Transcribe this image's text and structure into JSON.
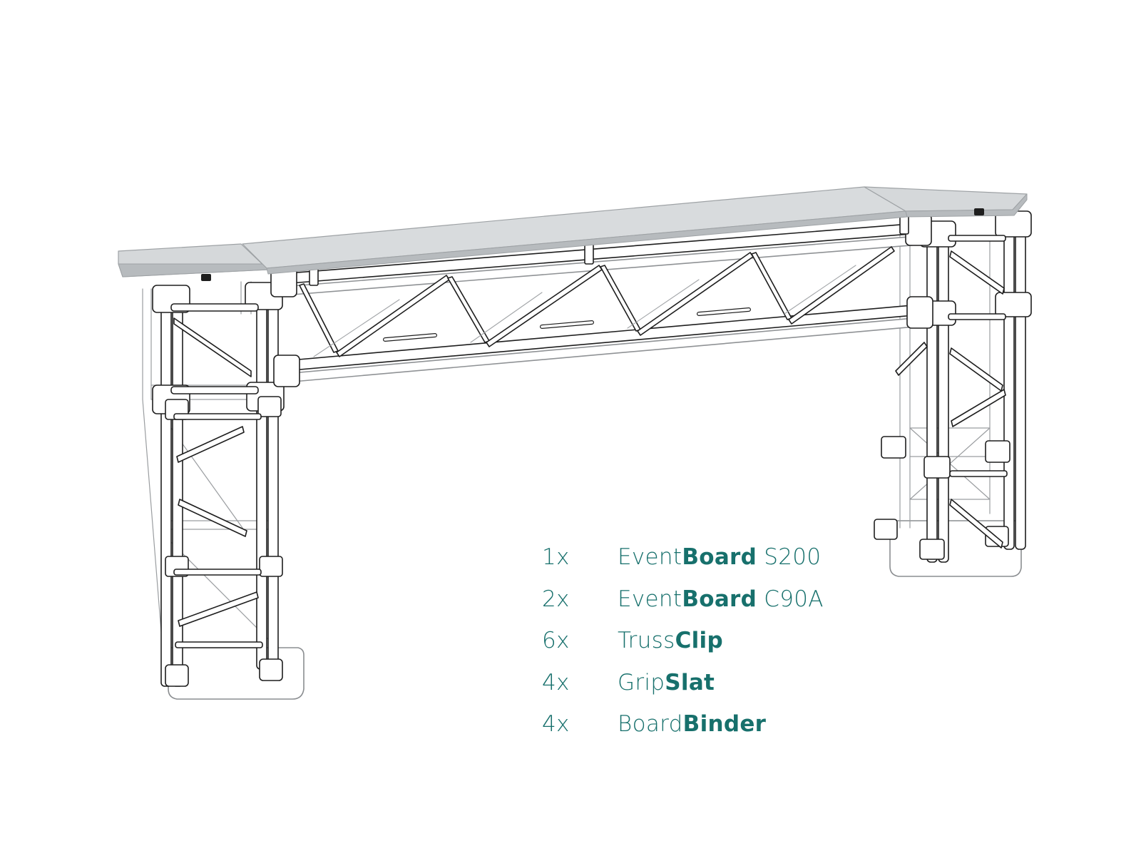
{
  "colors": {
    "accent": "#17706c",
    "board_top": "#d5d8da",
    "board_edge": "#b7bbbe",
    "truss_line": "#1e1e1e",
    "truss_fill": "#ffffff"
  },
  "illustration": {
    "subject-icon": "truss-bar-counter-icon"
  },
  "parts": [
    {
      "qty": "1x",
      "name_light": "Event",
      "name_bold": "Board",
      "name_suffix": " S200"
    },
    {
      "qty": "2x",
      "name_light": "Event",
      "name_bold": "Board",
      "name_suffix": " C90A"
    },
    {
      "qty": "6x",
      "name_light": "Truss",
      "name_bold": "Clip",
      "name_suffix": ""
    },
    {
      "qty": "4x",
      "name_light": "Grip",
      "name_bold": "Slat",
      "name_suffix": ""
    },
    {
      "qty": "4x",
      "name_light": "Board",
      "name_bold": "Binder",
      "name_suffix": ""
    }
  ]
}
